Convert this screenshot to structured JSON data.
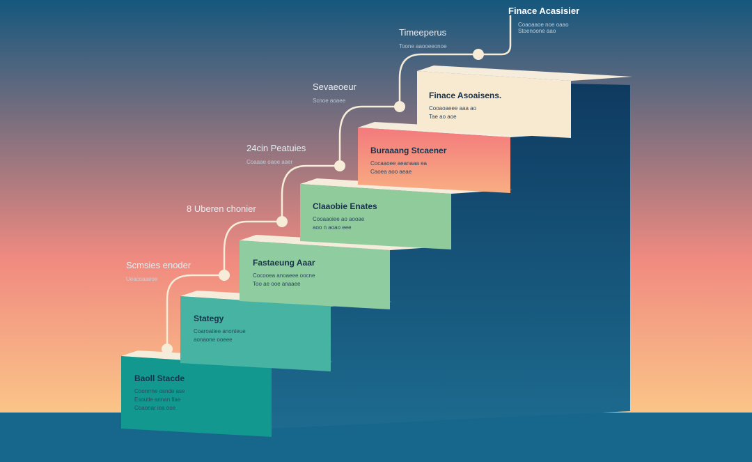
{
  "steps": [
    {
      "title": "Baoll Stacde",
      "sub": "Coonrrne osnde ase",
      "sub2": "Esoutle annan fiae",
      "sub3": "Coaonar iea ooe",
      "color": "#13988f"
    },
    {
      "title": "Stategy",
      "sub": "Coaroatiee anonteue",
      "sub2": "aonaone ooeee",
      "color": "#47b3a3"
    },
    {
      "title": "Fastaeung Aaar",
      "sub": "Cocooea anoaeee oocne",
      "sub2": "Too ae ooe anaaee",
      "color": "#8fcca0"
    },
    {
      "title": "Claaobie Enates",
      "sub": "Cooaaoiee ao aooae",
      "sub2": "aoo n aoao eee",
      "color": "#90cb9c"
    },
    {
      "title": "Buraaang Stcaener",
      "sub": "Cocaaoee aeanaaa ea",
      "sub2": "Caoea aoo aeae",
      "color": "#f38c7a"
    },
    {
      "title": "Finace Asoaisens.",
      "sub": "Cooaoaeee aaa ao",
      "sub2": "Tae ao aoe",
      "color": "#f8e9d1"
    }
  ],
  "milestones": [
    {
      "title": "Scmsies enoder",
      "sub": "Ueacoaaeoe"
    },
    {
      "title": "8 Uberen chonier",
      "sub": ""
    },
    {
      "title": "24cin Peatuies",
      "sub": "Coaaae oaoe aaer"
    },
    {
      "title": "Sevaeoeur",
      "sub": "Scnoe aoaee"
    },
    {
      "title": "Timeeperus",
      "sub": "Toone aaooeeonoe"
    },
    {
      "title": "Finace Acasisier",
      "sub": "Coaoaaoe noe oaao",
      "sub2": "Stoenoone aao"
    }
  ],
  "colors": {
    "sky_top": "#15577d",
    "sky_mid": "#f08a80",
    "sky_bottom": "#fbc788",
    "ground": "#17668c",
    "stair_shadow": "#123e66",
    "connector": "#f6ecd8"
  }
}
